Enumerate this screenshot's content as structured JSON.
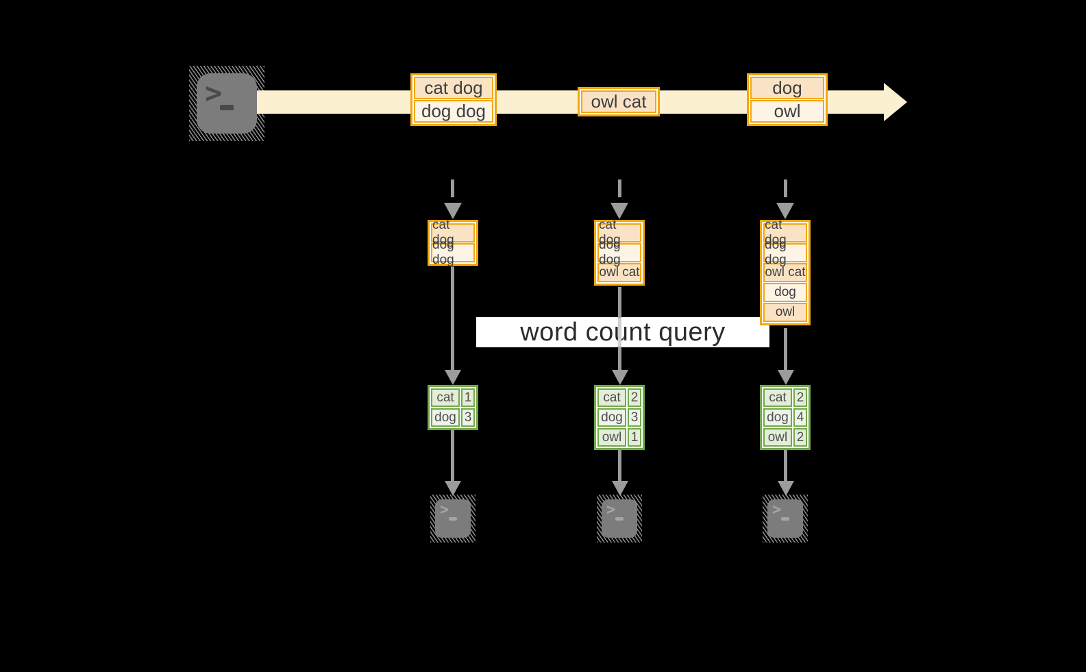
{
  "query": {
    "label": "word count query"
  },
  "terminal": {
    "prompt": ">",
    "cursor": "_"
  },
  "colors": {
    "background": "#000000",
    "stream_fill": "#fbf0d0",
    "event_box_border": "#f2a70d",
    "event_row_peach": "#fae3c5",
    "event_row_cream": "#fdf4e6",
    "result_table_border": "#72a84a",
    "result_row_dark": "#e3edd8",
    "result_row_light": "#eef4e9",
    "arrow_gray": "#9c9c9c",
    "terminal_gray": "#7c7c7c",
    "query_band_bg": "#ffffff"
  },
  "stream": {
    "boxes": [
      {
        "rows": [
          "cat dog",
          "dog dog"
        ]
      },
      {
        "rows": [
          "owl cat"
        ]
      },
      {
        "rows": [
          "dog",
          "owl"
        ]
      }
    ]
  },
  "columns": [
    {
      "batch_rows": [
        "cat dog",
        "dog dog"
      ],
      "counts": [
        {
          "word": "cat",
          "count": "1"
        },
        {
          "word": "dog",
          "count": "3"
        }
      ]
    },
    {
      "batch_rows": [
        "cat dog",
        "dog dog",
        "owl cat"
      ],
      "counts": [
        {
          "word": "cat",
          "count": "2"
        },
        {
          "word": "dog",
          "count": "3"
        },
        {
          "word": "owl",
          "count": "1"
        }
      ]
    },
    {
      "batch_rows": [
        "cat dog",
        "dog dog",
        "owl cat",
        "dog",
        "owl"
      ],
      "counts": [
        {
          "word": "cat",
          "count": "2"
        },
        {
          "word": "dog",
          "count": "4"
        },
        {
          "word": "owl",
          "count": "2"
        }
      ]
    }
  ]
}
